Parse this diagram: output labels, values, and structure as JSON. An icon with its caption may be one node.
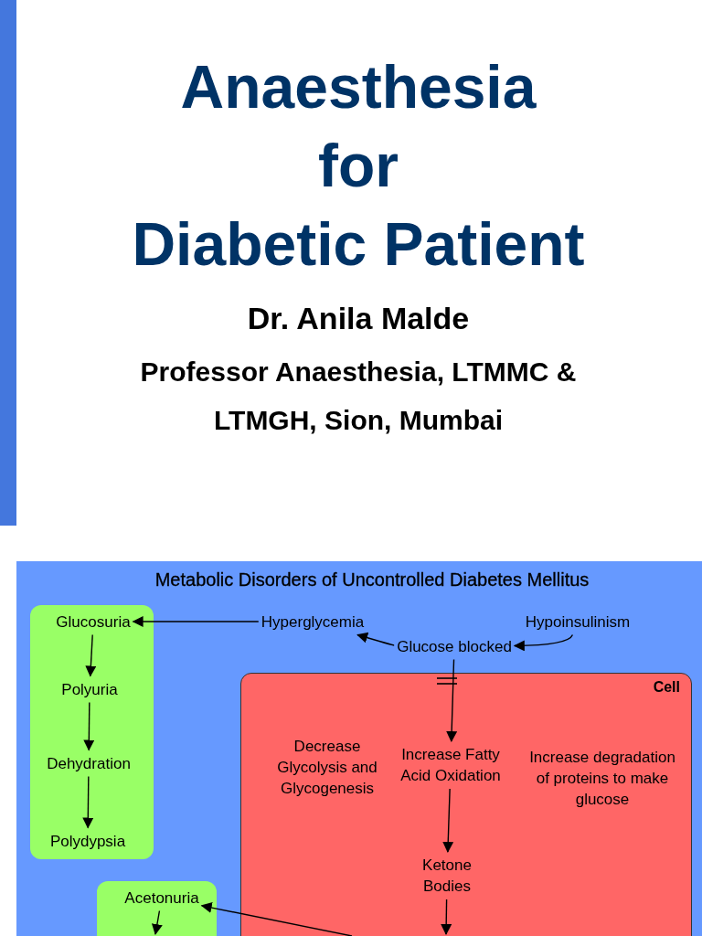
{
  "diagram": {
    "title": "Anaesthesia for Diabetic Patient",
    "nodes": [
      {
        "text": [],
        "shape": "box"
      },
      {
        "text": [
          "Glucosuria"
        ],
        "in": 0
      },
      {
        "text": [
          "Polyuria"
        ],
        "in": 0
      },
      {
        "text": [
          "Dehydration"
        ],
        "in": 0
      },
      {
        "text": [
          "Polydypsia"
        ],
        "in": 0
      },
      {
        "text": [
          "Hyperglycemia"
        ]
      },
      {
        "text": [
          "Hypoinsulinism"
        ]
      },
      {
        "text": [
          "Glucose blocked"
        ]
      },
      {
        "text": [
          "Cell"
        ]
      },
      {
        "text": [
          "Decrease Glycolysis and Glycogenesis"
        ],
        "in": 8
      },
      {
        "text": [
          "Increase Fatty Acid Oxidation"
        ],
        "in": 8
      },
      {
        "text": [
          "Increase degradation of proteins to make glucose"
        ],
        "in": 8
      },
      {
        "text": [
          "Ketone Bodies"
        ],
        "in": 8
      },
      {
        "text": [],
        "shape": "box"
      },
      {
        "text": [
          "Acetonuria"
        ],
        "in": 13
      }
    ],
    "edges": [
      {
        "from": 5,
        "to": 1,
        "arrow": "to"
      },
      {
        "from": 1,
        "to": 2,
        "arrow": "to"
      },
      {
        "from": 2,
        "to": 3,
        "arrow": "to"
      },
      {
        "from": 3,
        "to": 4,
        "arrow": "to"
      },
      {
        "from": 7,
        "to": 5,
        "arrow": "to"
      },
      {
        "from": 6,
        "to": 7,
        "arrow": "to"
      },
      {
        "from": 7,
        "to": 10,
        "arrow": "to"
      },
      {
        "from": 10,
        "to": 12,
        "arrow": "to"
      },
      {
        "from": 12,
        "to": null,
        "arrow": "to"
      },
      {
        "from": null,
        "to": 14,
        "arrow": "to"
      },
      {
        "from": 14,
        "to": null,
        "arrow": "to"
      }
    ],
    "labels": [
      "Dr. Anila Malde",
      "Professor Anaesthesia, LTMMC & LTMGH, Sion, Mumbai",
      "Metabolic Disorders of Uncontrolled Diabetes Mellitus"
    ]
  }
}
